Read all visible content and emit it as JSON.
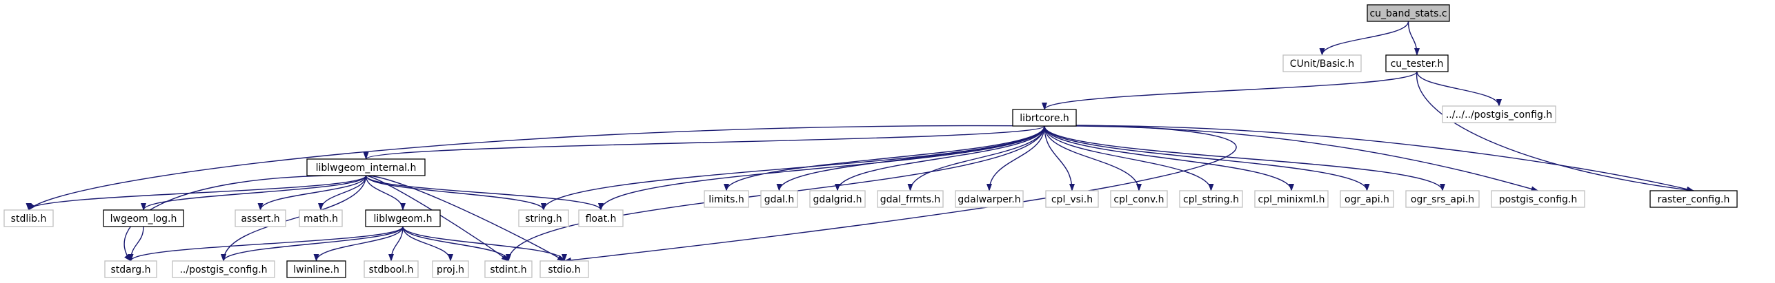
{
  "colors": {
    "edge": "#191970",
    "border_normal": "#000000",
    "border_external": "#bfbfbf",
    "root_fill": "#bfbfbf",
    "node_fill": "#ffffff"
  },
  "nodes": [
    {
      "id": "cu_band_stats",
      "label": "cu_band_stats.c",
      "kind": "root"
    },
    {
      "id": "cunit_basic",
      "label": "CUnit/Basic.h",
      "kind": "external"
    },
    {
      "id": "cu_tester",
      "label": "cu_tester.h",
      "kind": "normal"
    },
    {
      "id": "postgis_config_up3",
      "label": "../../../postgis_config.h",
      "kind": "external"
    },
    {
      "id": "librtcore",
      "label": "librtcore.h",
      "kind": "normal"
    },
    {
      "id": "liblwgeom_internal",
      "label": "liblwgeom_internal.h",
      "kind": "normal"
    },
    {
      "id": "limits",
      "label": "limits.h",
      "kind": "external"
    },
    {
      "id": "gdal",
      "label": "gdal.h",
      "kind": "external"
    },
    {
      "id": "gdalgrid",
      "label": "gdalgrid.h",
      "kind": "external"
    },
    {
      "id": "gdal_frmts",
      "label": "gdal_frmts.h",
      "kind": "external"
    },
    {
      "id": "gdalwarper",
      "label": "gdalwarper.h",
      "kind": "external"
    },
    {
      "id": "cpl_vsi",
      "label": "cpl_vsi.h",
      "kind": "external"
    },
    {
      "id": "cpl_conv",
      "label": "cpl_conv.h",
      "kind": "external"
    },
    {
      "id": "cpl_string",
      "label": "cpl_string.h",
      "kind": "external"
    },
    {
      "id": "cpl_minixml",
      "label": "cpl_minixml.h",
      "kind": "external"
    },
    {
      "id": "ogr_api",
      "label": "ogr_api.h",
      "kind": "external"
    },
    {
      "id": "ogr_srs_api",
      "label": "ogr_srs_api.h",
      "kind": "external"
    },
    {
      "id": "postgis_config",
      "label": "postgis_config.h",
      "kind": "external"
    },
    {
      "id": "raster_config",
      "label": "raster_config.h",
      "kind": "normal"
    },
    {
      "id": "stdlib",
      "label": "stdlib.h",
      "kind": "external"
    },
    {
      "id": "lwgeom_log",
      "label": "lwgeom_log.h",
      "kind": "normal"
    },
    {
      "id": "assert",
      "label": "assert.h",
      "kind": "external"
    },
    {
      "id": "math",
      "label": "math.h",
      "kind": "external"
    },
    {
      "id": "liblwgeom",
      "label": "liblwgeom.h",
      "kind": "normal"
    },
    {
      "id": "string",
      "label": "string.h",
      "kind": "external"
    },
    {
      "id": "float",
      "label": "float.h",
      "kind": "external"
    },
    {
      "id": "stdarg",
      "label": "stdarg.h",
      "kind": "external"
    },
    {
      "id": "postgis_config_up1",
      "label": "../postgis_config.h",
      "kind": "external"
    },
    {
      "id": "lwinline",
      "label": "lwinline.h",
      "kind": "normal"
    },
    {
      "id": "stdbool",
      "label": "stdbool.h",
      "kind": "external"
    },
    {
      "id": "proj",
      "label": "proj.h",
      "kind": "external"
    },
    {
      "id": "stdint",
      "label": "stdint.h",
      "kind": "external"
    },
    {
      "id": "stdio",
      "label": "stdio.h",
      "kind": "external"
    }
  ],
  "edges": [
    [
      "cu_band_stats",
      "cunit_basic"
    ],
    [
      "cu_band_stats",
      "cu_tester"
    ],
    [
      "cu_tester",
      "postgis_config_up3"
    ],
    [
      "cu_tester",
      "librtcore"
    ],
    [
      "cu_tester",
      "raster_config"
    ],
    [
      "librtcore",
      "liblwgeom_internal"
    ],
    [
      "librtcore",
      "stdlib"
    ],
    [
      "librtcore",
      "string"
    ],
    [
      "librtcore",
      "float"
    ],
    [
      "librtcore",
      "stdint"
    ],
    [
      "librtcore",
      "stdio"
    ],
    [
      "librtcore",
      "limits"
    ],
    [
      "librtcore",
      "gdal"
    ],
    [
      "librtcore",
      "gdalgrid"
    ],
    [
      "librtcore",
      "gdal_frmts"
    ],
    [
      "librtcore",
      "gdalwarper"
    ],
    [
      "librtcore",
      "cpl_vsi"
    ],
    [
      "librtcore",
      "cpl_conv"
    ],
    [
      "librtcore",
      "cpl_string"
    ],
    [
      "librtcore",
      "cpl_minixml"
    ],
    [
      "librtcore",
      "ogr_api"
    ],
    [
      "librtcore",
      "ogr_srs_api"
    ],
    [
      "librtcore",
      "postgis_config"
    ],
    [
      "librtcore",
      "raster_config"
    ],
    [
      "liblwgeom_internal",
      "stdlib"
    ],
    [
      "liblwgeom_internal",
      "lwgeom_log"
    ],
    [
      "liblwgeom_internal",
      "stdarg"
    ],
    [
      "liblwgeom_internal",
      "postgis_config_up1"
    ],
    [
      "liblwgeom_internal",
      "assert"
    ],
    [
      "liblwgeom_internal",
      "math"
    ],
    [
      "liblwgeom_internal",
      "liblwgeom"
    ],
    [
      "liblwgeom_internal",
      "string"
    ],
    [
      "liblwgeom_internal",
      "float"
    ],
    [
      "liblwgeom_internal",
      "stdint"
    ],
    [
      "liblwgeom_internal",
      "stdio"
    ],
    [
      "lwgeom_log",
      "stdarg"
    ],
    [
      "liblwgeom",
      "stdarg"
    ],
    [
      "liblwgeom",
      "postgis_config_up1"
    ],
    [
      "liblwgeom",
      "lwinline"
    ],
    [
      "liblwgeom",
      "stdbool"
    ],
    [
      "liblwgeom",
      "proj"
    ],
    [
      "liblwgeom",
      "stdint"
    ],
    [
      "liblwgeom",
      "stdio"
    ]
  ]
}
